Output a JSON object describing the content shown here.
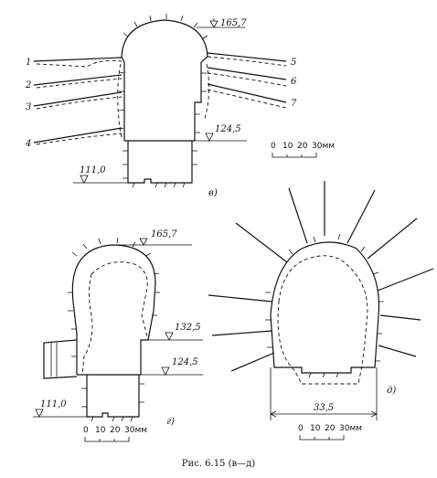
{
  "caption": "Рис. 6.15 (в—д)",
  "figure_v": {
    "label": "в)",
    "elevations": [
      "165,7",
      "124,5",
      "111,0"
    ],
    "anchor_numbers": [
      "1",
      "2",
      "3",
      "4",
      "5",
      "6",
      "7"
    ]
  },
  "figure_g": {
    "label": "г)",
    "elevations": [
      "165,7",
      "132,5",
      "124,5",
      "111,0"
    ]
  },
  "figure_d": {
    "label": "д)",
    "width_dimension": "33,5"
  },
  "scale_bar": {
    "ticks": [
      "0",
      "10",
      "20",
      "30мм"
    ]
  }
}
